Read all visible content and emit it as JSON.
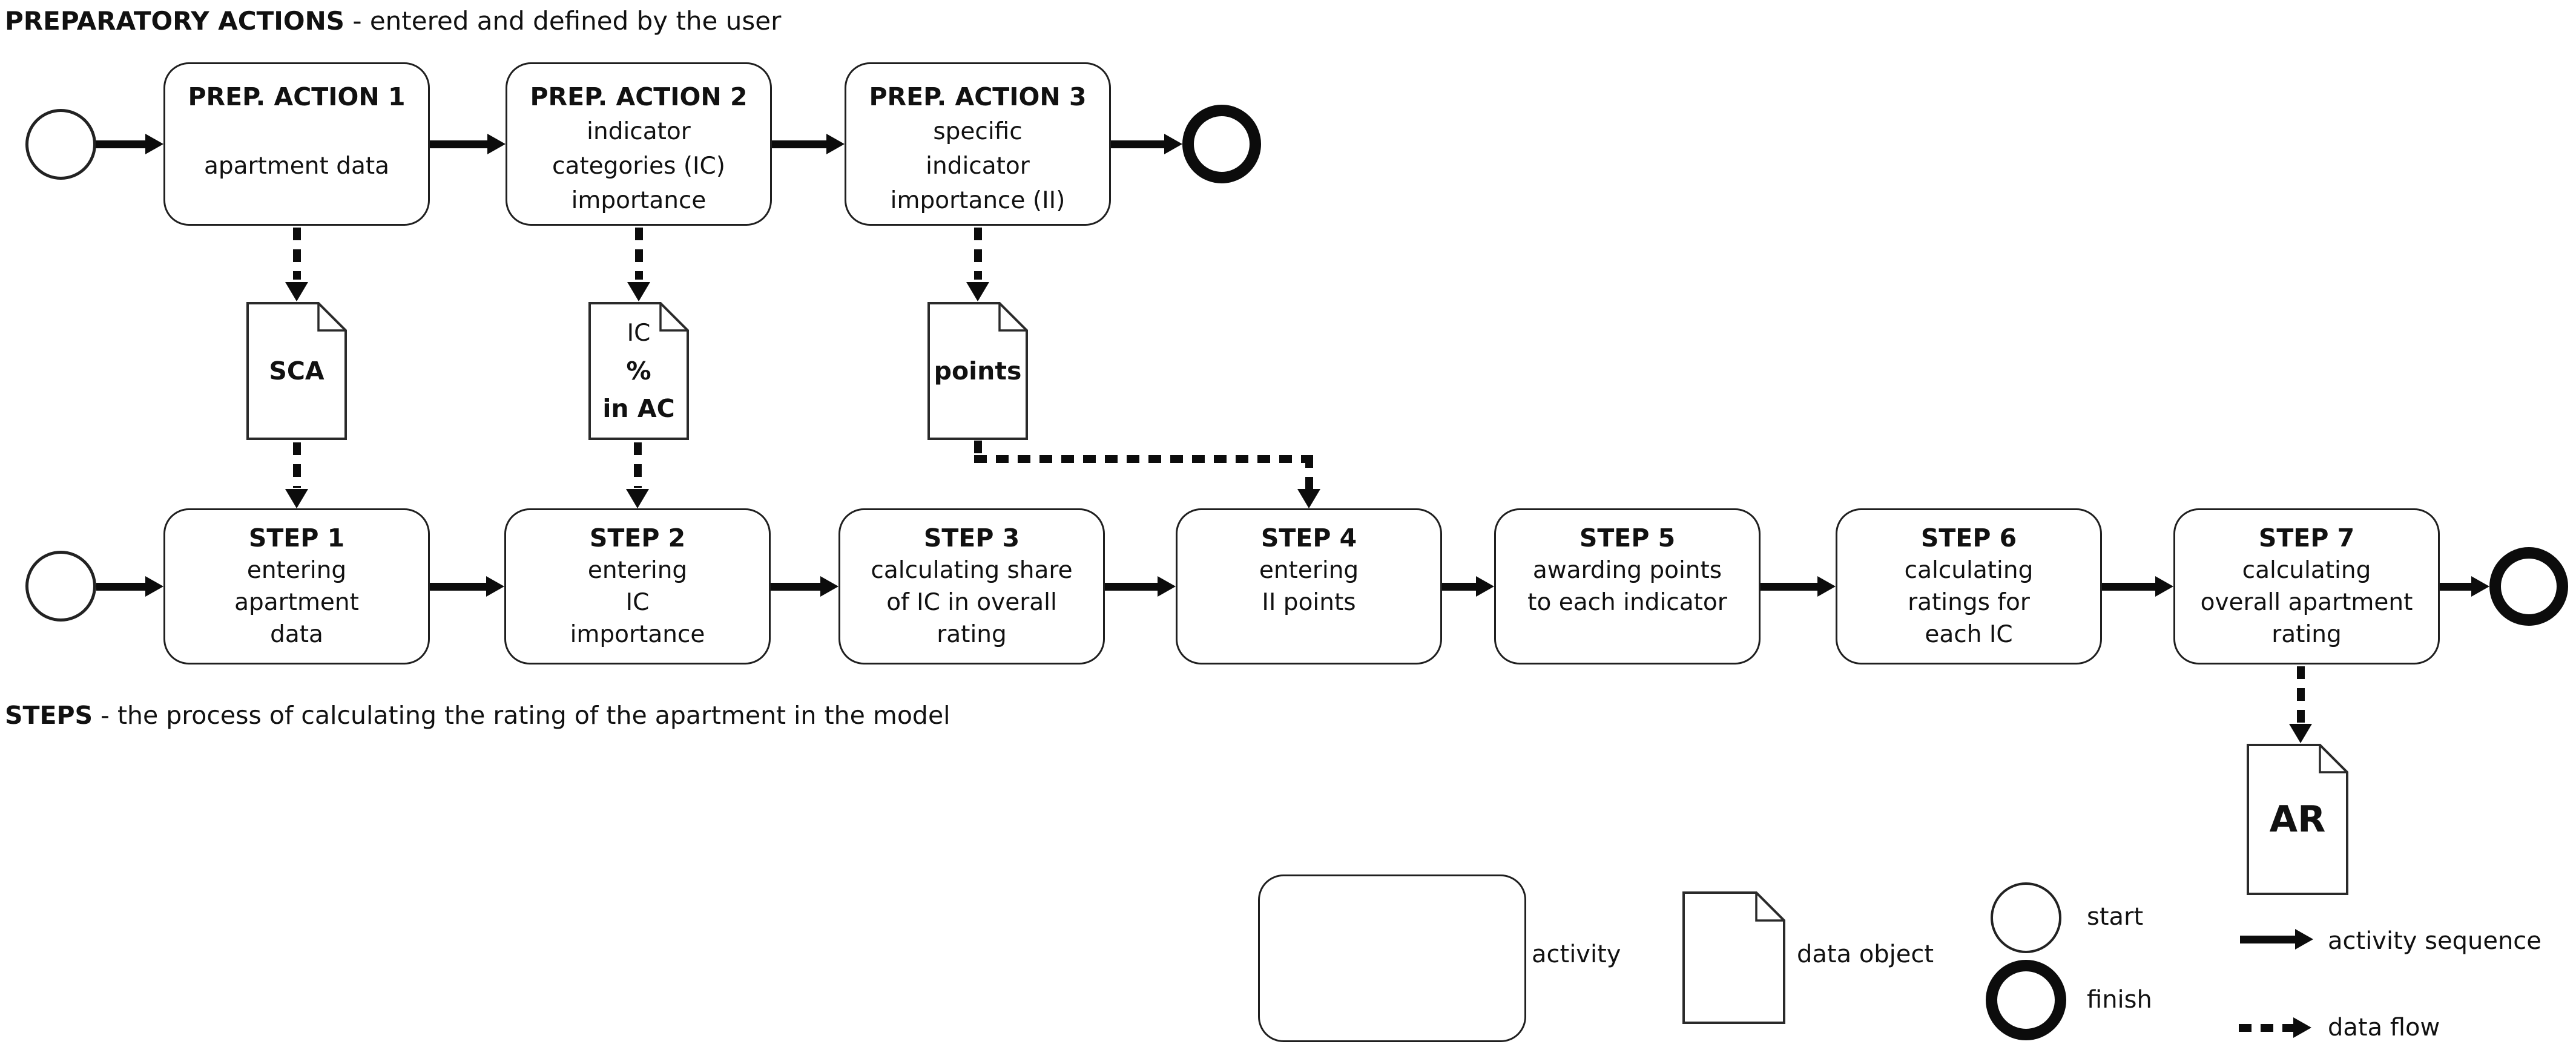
{
  "ink_color": "#111111",
  "header": {
    "bold": "PREPARATORY ACTIONS",
    "rest": " - entered and defined by the user"
  },
  "footer": {
    "bold": "STEPS",
    "rest": " - the process of calculating the rating of the apartment in the model"
  },
  "prep_actions": [
    {
      "title": "PREP. ACTION 1",
      "lines": [
        "",
        "apartment data"
      ]
    },
    {
      "title": "PREP. ACTION 2",
      "lines": [
        "indicator",
        "categories (IC)",
        "importance"
      ]
    },
    {
      "title": "PREP. ACTION 3",
      "lines": [
        "specific",
        "indicator",
        "importance (II)"
      ]
    }
  ],
  "steps": [
    {
      "title": "STEP 1",
      "lines": [
        "entering",
        "apartment",
        "data"
      ]
    },
    {
      "title": "STEP 2",
      "lines": [
        "entering",
        "IC",
        "importance"
      ]
    },
    {
      "title": "STEP 3",
      "lines": [
        "calculating share",
        "of IC in overall",
        "rating"
      ]
    },
    {
      "title": "STEP 4",
      "lines": [
        "entering",
        "II points"
      ]
    },
    {
      "title": "STEP 5",
      "lines": [
        "awarding points",
        "to each indicator"
      ]
    },
    {
      "title": "STEP 6",
      "lines": [
        "calculating",
        "ratings for",
        "each IC"
      ]
    },
    {
      "title": "STEP 7",
      "lines": [
        "calculating",
        "overall apartment",
        "rating"
      ]
    }
  ],
  "data_objects": {
    "sca": "SCA",
    "ic_lines": [
      "IC",
      "%",
      "in AC"
    ],
    "points": "points",
    "ar": "AR"
  },
  "legend": {
    "activity": "activity",
    "data_object": "data object",
    "start": "start",
    "finish": "finish",
    "activity_sequence": "activity sequence",
    "data_flow": "data flow"
  }
}
